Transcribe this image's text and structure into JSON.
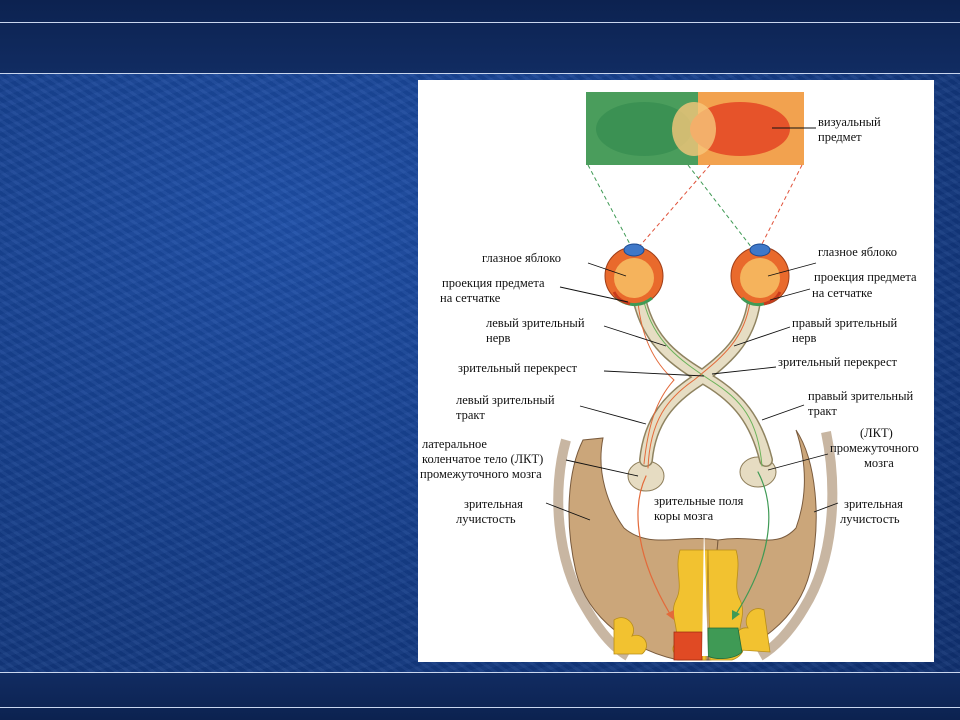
{
  "figure": {
    "labels": {
      "visual_object_l1": "визуальный",
      "visual_object_l2": "предмет",
      "eyeball_left": "глазное яблоко",
      "eyeball_right": "глазное яблоко",
      "projection_left_l1": "проекция предмета",
      "projection_left_l2": "на сетчатке",
      "projection_right_l1": "проекция предмета",
      "projection_right_l2": "на  сетчатке",
      "left_optic_nerve_l1": "левый зрительный",
      "left_optic_nerve_l2": "нерв",
      "right_optic_nerve_l1": "правый зрительный",
      "right_optic_nerve_l2": "нерв",
      "chiasm_left": "зрительный перекрест",
      "chiasm_right": "зрительный перекрест",
      "left_optic_tract_l1": "левый зрительный",
      "left_optic_tract_l2": "тракт",
      "right_optic_tract_l1": "правый зрительный",
      "right_optic_tract_l2": "тракт",
      "lgn_left_l1": "латеральное",
      "lgn_left_l2": "коленчатое тело (ЛКТ)",
      "lgn_left_l3": "промежуточного мозга",
      "lgn_right_l1": "(ЛКТ)",
      "lgn_right_l2": "промежуточного",
      "lgn_right_l3": "мозга",
      "radiation_left_l1": "зрительная",
      "radiation_left_l2": "лучистость",
      "radiation_right_l1": "зрительная",
      "radiation_right_l2": "лучистость",
      "cortex_l1": "зрительные поля",
      "cortex_l2": "коры мозга"
    },
    "colors": {
      "green_field": "#3f9a55",
      "red_field": "#e85a2a",
      "orange_field": "#f4a45a",
      "tract": "#e4dcc0",
      "cortex_tan": "#c8a47a",
      "gyri_yellow": "#f2c230"
    }
  }
}
